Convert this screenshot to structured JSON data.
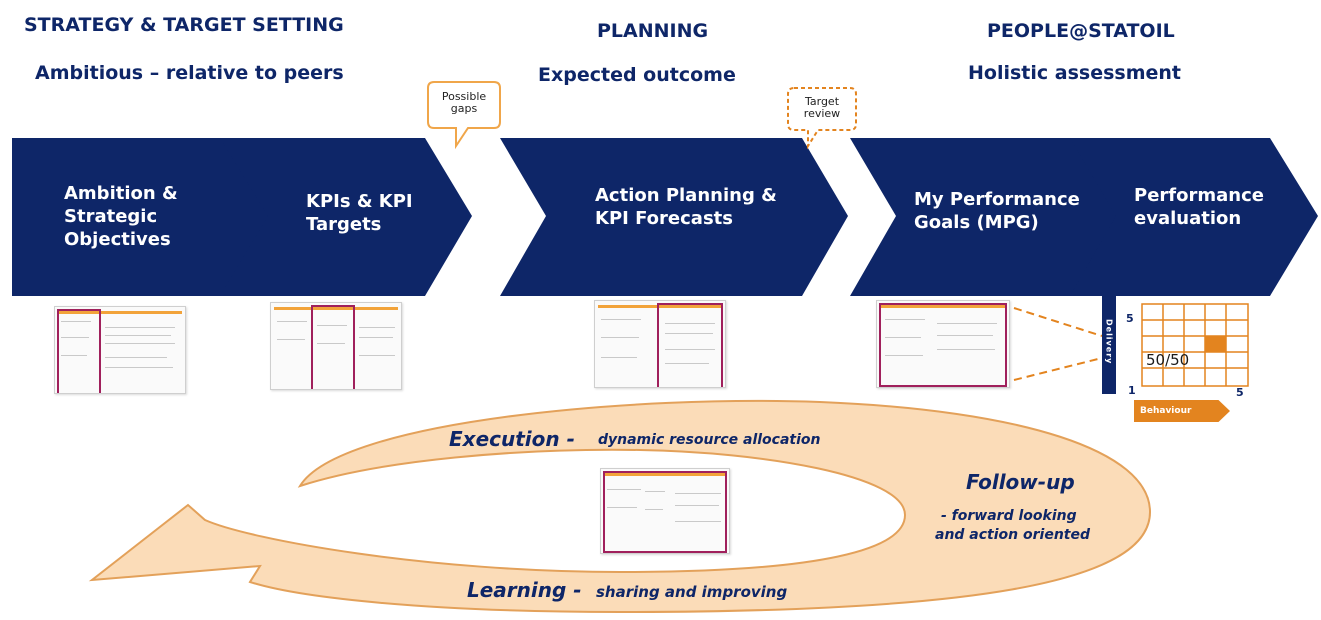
{
  "headers": {
    "strategy_title": "STRATEGY & TARGET SETTING",
    "strategy_sub": "Ambitious  – relative to peers",
    "planning_title": "PLANNING",
    "planning_sub": "Expected outcome",
    "people_title": "PEOPLE@STATOIL",
    "people_sub": "Holistic assessment"
  },
  "bubbles": {
    "gaps": "Possible gaps",
    "review": "Target review"
  },
  "process": [
    {
      "label": "Ambition & Strategic Objectives"
    },
    {
      "label": "KPIs & KPI Targets"
    },
    {
      "label": "Action Planning & KPI Forecasts"
    },
    {
      "label": "My Performance Goals (MPG)"
    },
    {
      "label": "Performance evaluation"
    }
  ],
  "grid": {
    "delivery_label": "Delivery",
    "behaviour_label": "Behaviour",
    "ratio": "50/50",
    "y_max": "5",
    "x_min": "1",
    "x_max": "5"
  },
  "cycle": {
    "execution_title": "Execution -",
    "execution_detail": "dynamic resource allocation",
    "followup_title": "Follow-up",
    "followup_line1": "- forward looking",
    "followup_line2": "and action oriented",
    "learning_title": "Learning -",
    "learning_detail": "sharing and improving"
  },
  "colors": {
    "navy": "#0e2668",
    "orange": "#e3841f",
    "cycle_fill": "#fbdcb8",
    "selection": "#a0205c"
  }
}
